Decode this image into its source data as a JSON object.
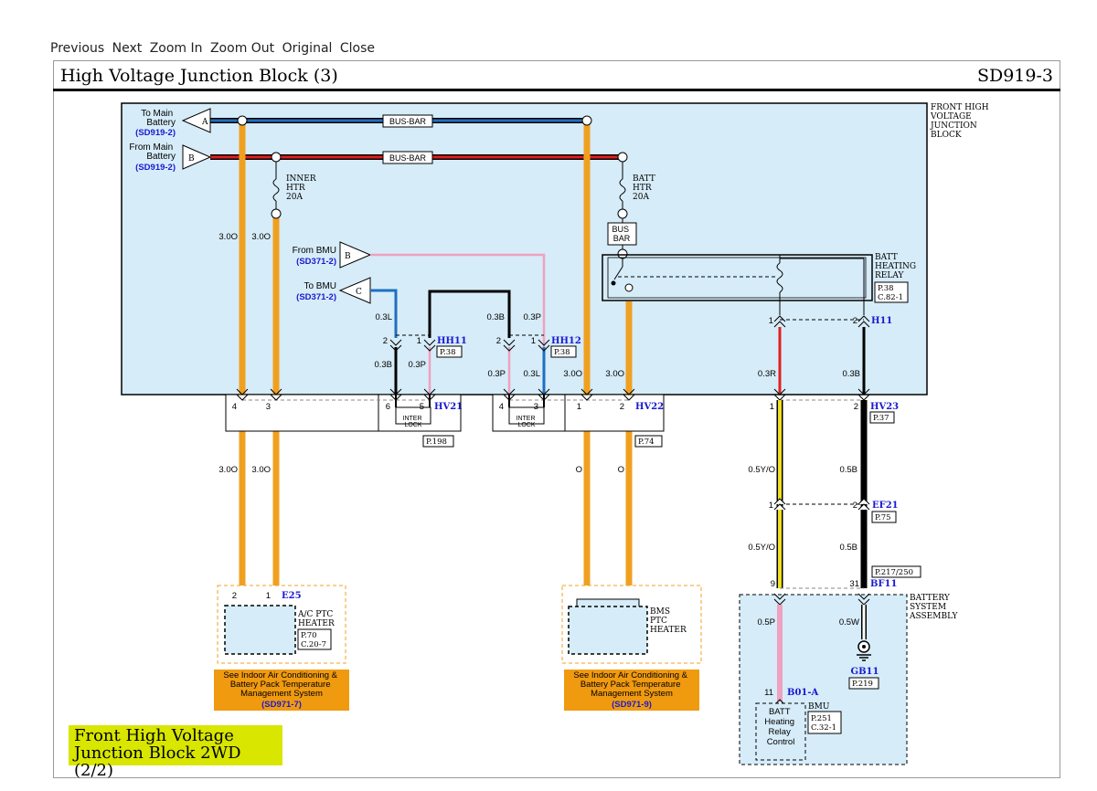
{
  "nav": {
    "previous": "Previous",
    "next": "Next",
    "zoom_in": "Zoom In",
    "zoom_out": "Zoom Out",
    "original": "Original",
    "close": "Close"
  },
  "header": {
    "title": "High Voltage Junction Block (3)",
    "code": "SD919-3"
  },
  "diagram": {
    "block_label": [
      "FRONT HIGH",
      "VOLTAGE",
      "JUNCTION",
      "BLOCK"
    ],
    "to_main_battery": [
      "To Main",
      "Battery"
    ],
    "from_main_battery": [
      "From Main",
      "Battery"
    ],
    "ref_sd919_2": "(SD919-2)",
    "conn_a": "A",
    "conn_b": "B",
    "conn_c": "C",
    "bus_bar": "BUS-BAR",
    "inner_htr": [
      "INNER",
      "HTR",
      "20A"
    ],
    "batt_htr": [
      "BATT",
      "HTR",
      "20A"
    ],
    "bus_bar_box": [
      "BUS",
      "BAR"
    ],
    "batt_heating_relay": [
      "BATT",
      "HEATING",
      "RELAY"
    ],
    "relay_ref": [
      "P.38",
      "C.82-1"
    ],
    "from_bmu": "From BMU",
    "to_bmu": "To BMU",
    "ref_sd371_2": "(SD371-2)",
    "w_30o": "3.0O",
    "w_03l": "0.3L",
    "w_03b": "0.3B",
    "w_03p": "0.3P",
    "w_03r": "0.3R",
    "w_o": "O",
    "w_05yo": "0.5Y/O",
    "w_05b": "0.5B",
    "w_05p": "0.5P",
    "w_05w": "0.5W",
    "hh11": "HH11",
    "hh12": "HH12",
    "p38": "P.38",
    "h11": "H11",
    "hv21": "HV21",
    "hv22": "HV22",
    "hv23": "HV23",
    "p198": "P.198",
    "p74": "P.74",
    "p37": "P.37",
    "ef21": "EF21",
    "p75": "P.75",
    "p217": "P.217/250",
    "bf11": "BF11",
    "inter_lock": [
      "INTER",
      "LOCK"
    ],
    "e25": "E25",
    "ac_ptc_heater": [
      "A/C PTC",
      "HEATER"
    ],
    "e25_ref": [
      "P.70",
      "C.20-7"
    ],
    "bms_ptc_heater": [
      "BMS",
      "PTC",
      "HEATER"
    ],
    "see_indoor": [
      "See Indoor Air Conditioning &",
      "Battery Pack Temperature",
      "Management System"
    ],
    "sd971_7": "(SD971-7)",
    "sd971_9": "(SD971-9)",
    "battery_system_assembly": [
      "BATTERY",
      "SYSTEM",
      "ASSEMBLY"
    ],
    "gb11": "GB11",
    "p219": "P.219",
    "b01a": "B01-A",
    "bmu": "BMU",
    "bmu_ref": [
      "P.251",
      "C.32-1"
    ],
    "batt_relay_control": [
      "BATT",
      "Heating",
      "Relay",
      "Control"
    ],
    "pins": [
      "1",
      "2",
      "3",
      "4",
      "5",
      "6",
      "9",
      "11",
      "31"
    ]
  },
  "bottom_label": [
    "Front High Voltage",
    "Junction Block 2WD (2/2)"
  ],
  "colors": {
    "block_fill": "#d6ecf8",
    "orange": "#f0a020",
    "blue": "#1f6fc0",
    "red": "#e02020",
    "pink": "#f0a0c0",
    "yellow": "#f0e020",
    "link": "#1a1ad0",
    "see_box": "#f09a10",
    "bottom_label": "#d8e600"
  }
}
